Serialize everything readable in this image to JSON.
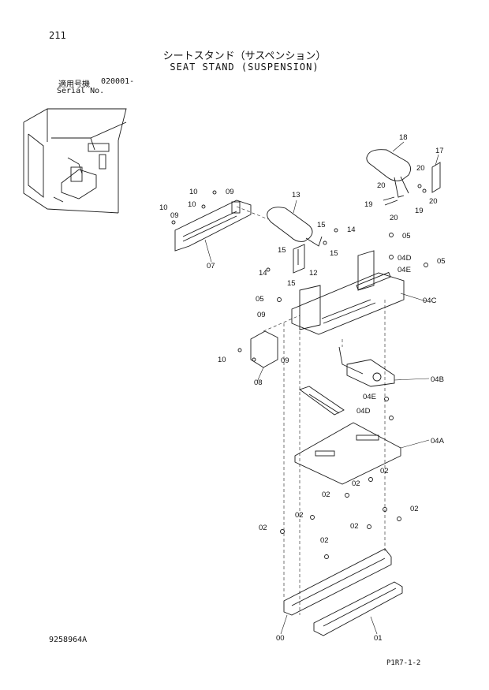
{
  "header": {
    "page_number": "211",
    "title_jp": "シートスタンド（サスペンション）",
    "title_en": "SEAT STAND (SUSPENSION)",
    "serial_label_jp": "適用号機",
    "serial_number": "020001-",
    "serial_label_en": "Serial No."
  },
  "footer": {
    "doc_number": "9258964A",
    "page_ref": "P1R7-1-2"
  },
  "part_labels": [
    "18",
    "17",
    "20",
    "20",
    "20",
    "20",
    "19",
    "19",
    "10",
    "09",
    "10",
    "10",
    "09",
    "13",
    "15",
    "14",
    "05",
    "07",
    "15",
    "15",
    "04D",
    "05",
    "14",
    "12",
    "15",
    "04E",
    "05",
    "04C",
    "09",
    "10",
    "09",
    "08",
    "04B",
    "04E",
    "04D",
    "04A",
    "02",
    "02",
    "02",
    "02",
    "02",
    "02",
    "02",
    "02",
    "00",
    "01"
  ],
  "colors": {
    "line": "#1a1a1a",
    "background": "#ffffff"
  }
}
